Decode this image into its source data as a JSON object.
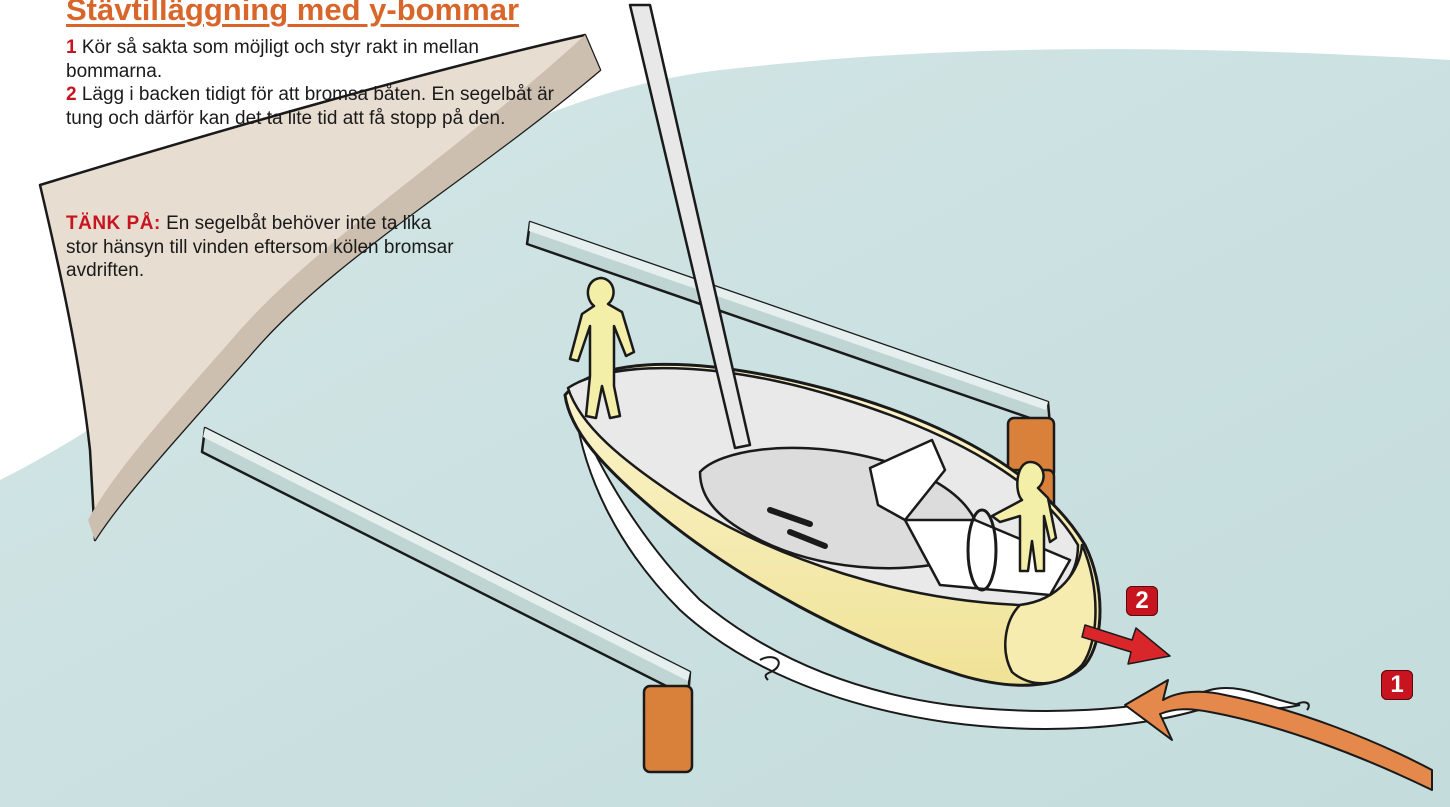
{
  "title": "Stävtilläggning med y-bommar",
  "steps": [
    {
      "number": "1",
      "text": "Kör så sakta som möjligt och styr rakt in mellan bommarna."
    },
    {
      "number": "2",
      "text": "Lägg i backen tidigt för att bromsa båten. En segelbåt är tung och därför kan det ta lite tid att få stopp på den."
    }
  ],
  "tip": {
    "label": "TÄNK PÅ:",
    "text": "En segelbåt behöver inte ta lika stor hänsyn till vinden eftersom kölen bromsar avdriften."
  },
  "badges": {
    "approach": "1",
    "reverse": "2"
  },
  "colors": {
    "title": "#d8662a",
    "accent": "#c8141e",
    "water": "#cfe3e3",
    "quay": "#e7ddd1",
    "boom": "#bfd5d3",
    "post": "#d9813a",
    "hull": "#f6ecb0",
    "deck": "#e9e9e9",
    "figure": "#f4efa8",
    "arrow_approach": "#e5884b",
    "arrow_reverse": "#d8262a"
  }
}
